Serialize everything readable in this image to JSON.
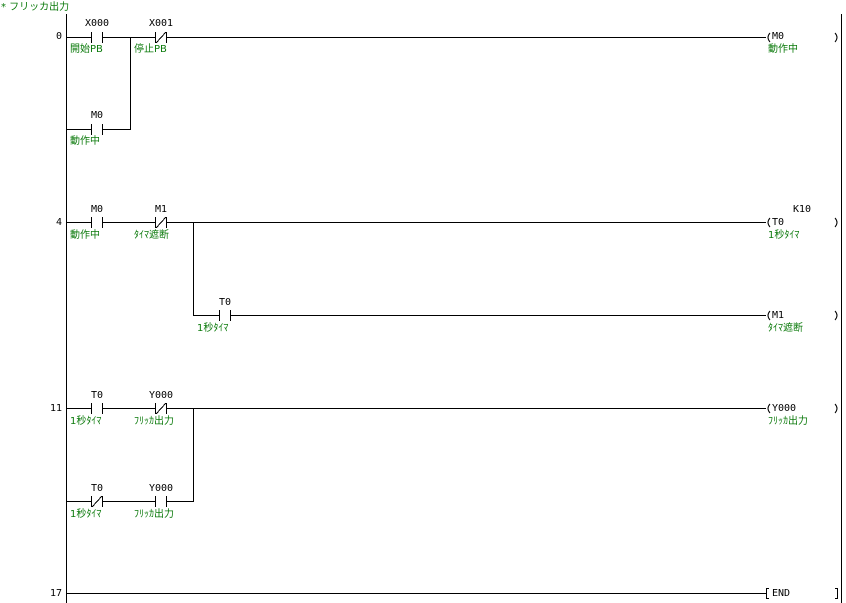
{
  "title_comment": "* フリッカ出力",
  "rungs": [
    {
      "step": "0",
      "contacts": [
        {
          "dev": "X000",
          "cmt": "開始PB",
          "type": "NO"
        },
        {
          "dev": "X001",
          "cmt": "停止PB",
          "type": "NC"
        },
        {
          "dev": "M0",
          "cmt": "動作中",
          "type": "NO"
        }
      ],
      "coil": {
        "dev": "M0",
        "cmt": "動作中",
        "k": ""
      }
    },
    {
      "step": "4",
      "contacts": [
        {
          "dev": "M0",
          "cmt": "動作中",
          "type": "NO"
        },
        {
          "dev": "M1",
          "cmt": "ﾀｲﾏ遮断",
          "type": "NC"
        },
        {
          "dev": "T0",
          "cmt": "1秒ﾀｲﾏ",
          "type": "NO"
        }
      ],
      "coil": {
        "dev": "T0",
        "cmt": "1秒ﾀｲﾏ",
        "k": "K10"
      },
      "coil2": {
        "dev": "M1",
        "cmt": "ﾀｲﾏ遮断"
      }
    },
    {
      "step": "11",
      "contacts": [
        {
          "dev": "T0",
          "cmt": "1秒ﾀｲﾏ",
          "type": "NO"
        },
        {
          "dev": "Y000",
          "cmt": "ﾌﾘｯｶ出力",
          "type": "NC"
        },
        {
          "dev": "T0",
          "cmt": "1秒ﾀｲﾏ",
          "type": "NC"
        },
        {
          "dev": "Y000",
          "cmt": "ﾌﾘｯｶ出力",
          "type": "NO"
        }
      ],
      "coil": {
        "dev": "Y000",
        "cmt": "ﾌﾘｯｶ出力",
        "k": ""
      }
    },
    {
      "step": "17",
      "coil": {
        "dev": "END"
      }
    }
  ]
}
